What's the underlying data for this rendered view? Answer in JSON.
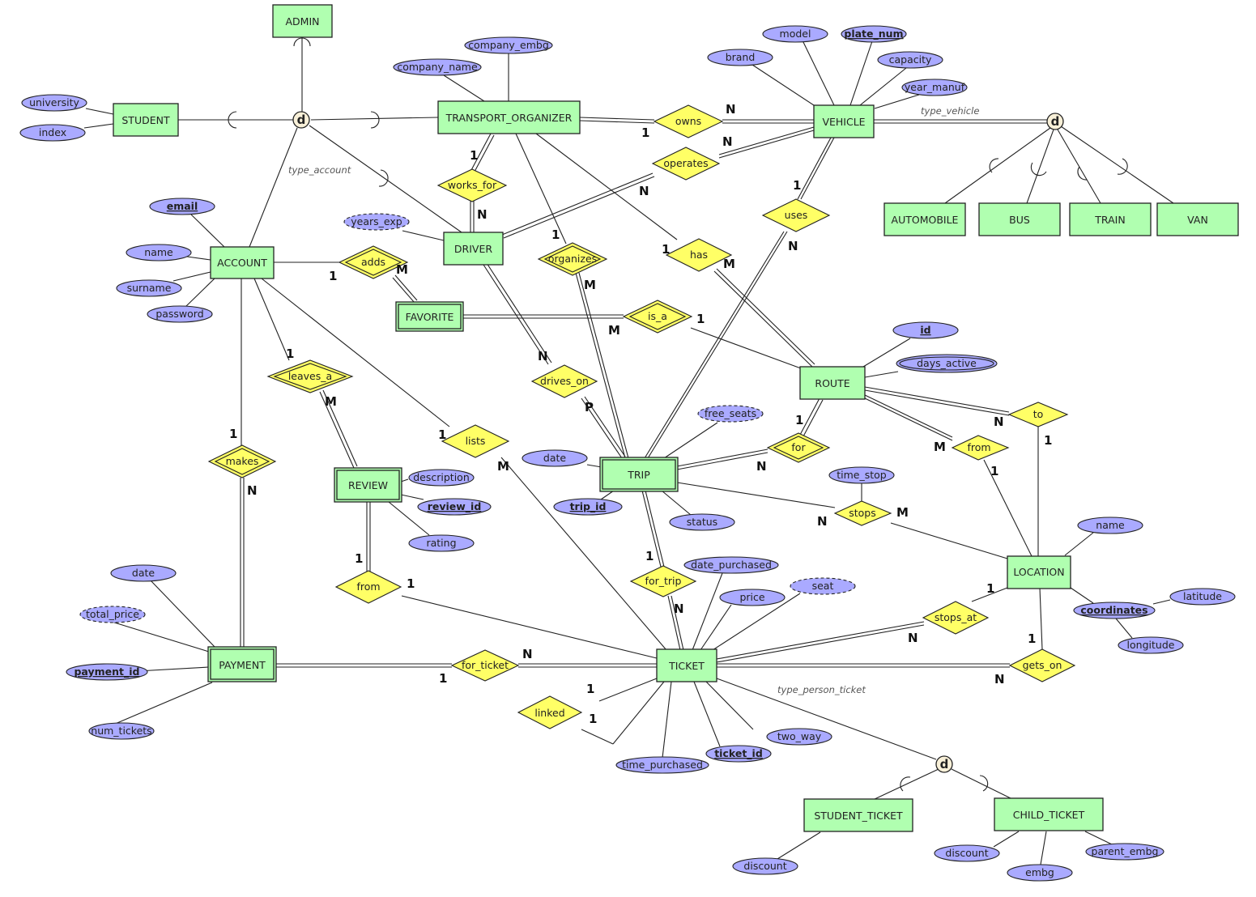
{
  "diagram": {
    "type": "EER diagram",
    "colors": {
      "entity": "#b0ffb0",
      "relationship": "#ffff66",
      "attribute": "#aaaaff",
      "disjoint_circle": "#f8f0d8"
    },
    "entities": {
      "admin": "ADMIN",
      "student": "STUDENT",
      "transport_organizer": "TRANSPORT_ORGANIZER",
      "vehicle": "VEHICLE",
      "automobile": "AUTOMOBILE",
      "bus": "BUS",
      "train": "TRAIN",
      "van": "VAN",
      "account": "ACCOUNT",
      "driver": "DRIVER",
      "favorite": "FAVORITE",
      "route": "ROUTE",
      "review": "REVIEW",
      "trip": "TRIP",
      "location": "LOCATION",
      "payment": "PAYMENT",
      "ticket": "TICKET",
      "student_ticket": "STUDENT_TICKET",
      "child_ticket": "CHILD_TICKET"
    },
    "relationships": {
      "owns": "owns",
      "operates": "operates",
      "works_for": "works_for",
      "uses": "uses",
      "adds": "adds",
      "organizes": "organizes",
      "has": "has",
      "is_a": "is_a",
      "leaves_a": "leaves_a",
      "drives_on": "drives_on",
      "to": "to",
      "lists": "lists",
      "for": "for",
      "from_route": "from",
      "makes": "makes",
      "stops": "stops",
      "from_review": "from",
      "for_trip": "for_trip",
      "stops_at": "stops_at",
      "for_ticket": "for_ticket",
      "gets_on": "gets_on",
      "linked": "linked"
    },
    "attributes": {
      "university": "university",
      "index": "index",
      "company_embg": "company_embg",
      "company_name": "company_name",
      "model": "model",
      "plate_num": "plate_num",
      "brand": "brand",
      "capacity": "capacity",
      "year_manuf": "year_manuf",
      "email": "email",
      "years_exp": "years_exp",
      "acc_name": "name",
      "surname": "surname",
      "password": "password",
      "route_id": "id",
      "days_active": "days_active",
      "free_seats": "free_seats",
      "time_stop": "time_stop",
      "trip_date": "date",
      "description": "description",
      "review_id": "review_id",
      "trip_id": "trip_id",
      "status": "status",
      "rating": "rating",
      "loc_name": "name",
      "date_purchased": "date_purchased",
      "pay_date": "date",
      "price": "price",
      "seat": "seat",
      "latitude": "latitude",
      "total_price": "total_price",
      "coordinates": "coordinates",
      "longitude": "longitude",
      "payment_id": "payment_id",
      "two_way": "two_way",
      "num_tickets": "num_tickets",
      "ticket_id": "ticket_id",
      "time_purchased": "time_purchased",
      "st_discount": "discount",
      "ch_discount": "discount",
      "parent_embg": "parent_embg",
      "embg": "embg"
    },
    "disjoint_marker": "d",
    "discriminators": {
      "account": "type_account",
      "vehicle": "type_vehicle",
      "ticket": "type_person_ticket"
    },
    "cardinalities": {
      "to_owns": "1",
      "vehicle_owns": "N",
      "vehicle_operates": "N",
      "driver_operates": "N",
      "to_works_for": "1",
      "driver_works_for": "N",
      "vehicle_uses": "1",
      "trip_uses": "N",
      "account_adds": "1",
      "favorite_adds": "M",
      "to_organizes": "1",
      "trip_organizes": "M",
      "to_has": "1",
      "route_has": "M",
      "favorite_is_a": "M",
      "route_is_a": "1",
      "account_leaves_a": "1",
      "review_leaves_a": "M",
      "driver_drives_on": "N",
      "trip_drives_on": "P",
      "route_to": "N",
      "location_to": "1",
      "account_lists": "1",
      "ticket_lists": "M",
      "route_for": "1",
      "trip_for": "N",
      "route_from": "M",
      "location_from": "1",
      "account_makes": "1",
      "payment_makes": "N",
      "trip_stops": "N",
      "location_stops": "M",
      "review_from": "1",
      "ticket_from": "1",
      "trip_for_trip": "1",
      "ticket_for_trip": "N",
      "location_stops_at": "1",
      "ticket_stops_at": "N",
      "payment_for_ticket": "1",
      "ticket_for_ticket": "N",
      "location_gets_on": "1",
      "ticket_gets_on": "N",
      "ticket_linked_a": "1",
      "ticket_linked_b": "1"
    }
  }
}
